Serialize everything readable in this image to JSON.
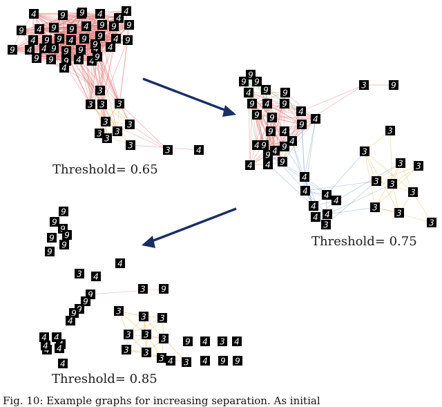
{
  "figure": {
    "panels": [
      {
        "threshold_label": "Threshold= 0.65",
        "digits": [
          "4",
          "9",
          "4",
          "4",
          "4",
          "9",
          "4",
          "9",
          "9",
          "4",
          "9",
          "9",
          "9",
          "4",
          "9",
          "9",
          "4",
          "9",
          "9",
          "4",
          "9",
          "9",
          "4",
          "4",
          "9",
          "9",
          "9",
          "4",
          "4",
          "9",
          "9",
          "4",
          "4",
          "9",
          "4",
          "9",
          "9",
          "4",
          "9",
          "3",
          "3",
          "3",
          "3",
          "3",
          "3",
          "3",
          "3",
          "3",
          "3",
          "3"
        ]
      },
      {
        "threshold_label": "Threshold= 0.75",
        "digits": [
          "9",
          "9",
          "9",
          "9",
          "4",
          "9",
          "9",
          "4",
          "9",
          "4",
          "4",
          "9",
          "9",
          "9",
          "4",
          "9",
          "4",
          "9",
          "9",
          "4",
          "4",
          "9",
          "4",
          "9",
          "4",
          "4",
          "4",
          "4",
          "4",
          "4",
          "4",
          "4",
          "3",
          "3",
          "3",
          "3",
          "3",
          "3",
          "3",
          "3",
          "3",
          "3",
          "3",
          "3"
        ]
      },
      {
        "threshold_label": "Threshold= 0.85",
        "digits": [
          "9",
          "9",
          "9",
          "9",
          "9",
          "9",
          "9",
          "3",
          "4",
          "4",
          "3",
          "9",
          "9",
          "9",
          "9",
          "9",
          "4",
          "4",
          "4",
          "4",
          "4",
          "4",
          "3",
          "3",
          "3",
          "3",
          "3",
          "3",
          "3",
          "3",
          "3",
          "3",
          "4",
          "9",
          "9",
          "9",
          "4",
          "3",
          "4",
          "4",
          "4",
          "4"
        ]
      }
    ],
    "edge_colors": {
      "red": "#e07a7a",
      "green": "#7fc08a",
      "blue": "#7d9fd4",
      "orange": "#f0b860"
    },
    "arrow_color": "#1a2e66"
  },
  "caption": "Fig. 10: Example graphs for increasing separation. As initial"
}
